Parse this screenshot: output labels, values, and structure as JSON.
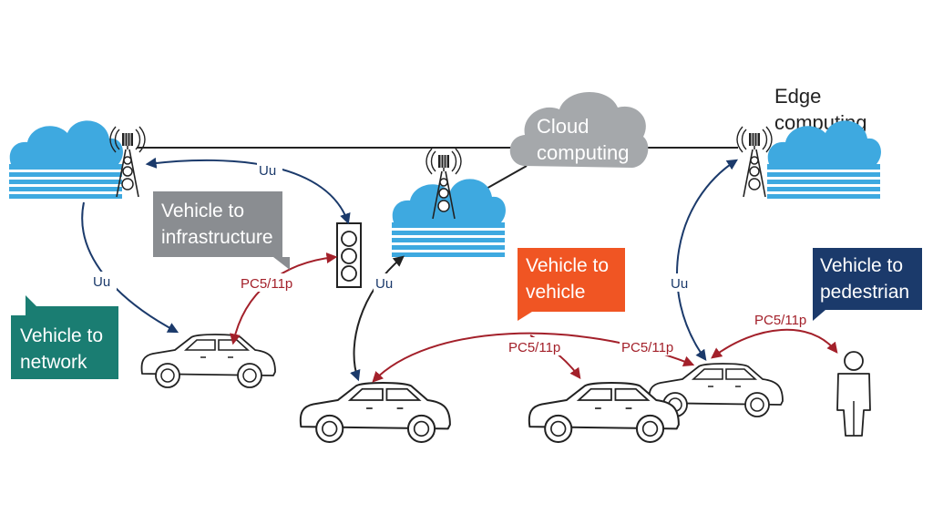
{
  "cloud_computing": {
    "line1": "Cloud",
    "line2": "computing"
  },
  "edge_computing": {
    "line1": "Edge",
    "line2": "computing"
  },
  "callouts": {
    "network": {
      "line1": "Vehicle to",
      "line2": "network",
      "color": "#1a7d72"
    },
    "infrastructure": {
      "line1": "Vehicle to",
      "line2": "infrastructure",
      "color": "#8a8d91"
    },
    "vehicle": {
      "line1": "Vehicle to",
      "line2": "vehicle",
      "color": "#f05523"
    },
    "pedestrian": {
      "line1": "Vehicle to",
      "line2": "pedestrian",
      "color": "#1b3a6b"
    }
  },
  "links": {
    "uu": "Uu",
    "pc5": "PC5/11p"
  },
  "colors": {
    "uu": "#1b3a6b",
    "pc5": "#a3202a",
    "cloud_blue": "#3ea9e0",
    "cloud_gray": "#a5a8ab"
  },
  "icons": {
    "tower": "cell-tower-icon",
    "cloud": "cloud-icon",
    "traffic_light": "traffic-light-icon",
    "car": "car-icon",
    "pedestrian": "pedestrian-icon"
  }
}
